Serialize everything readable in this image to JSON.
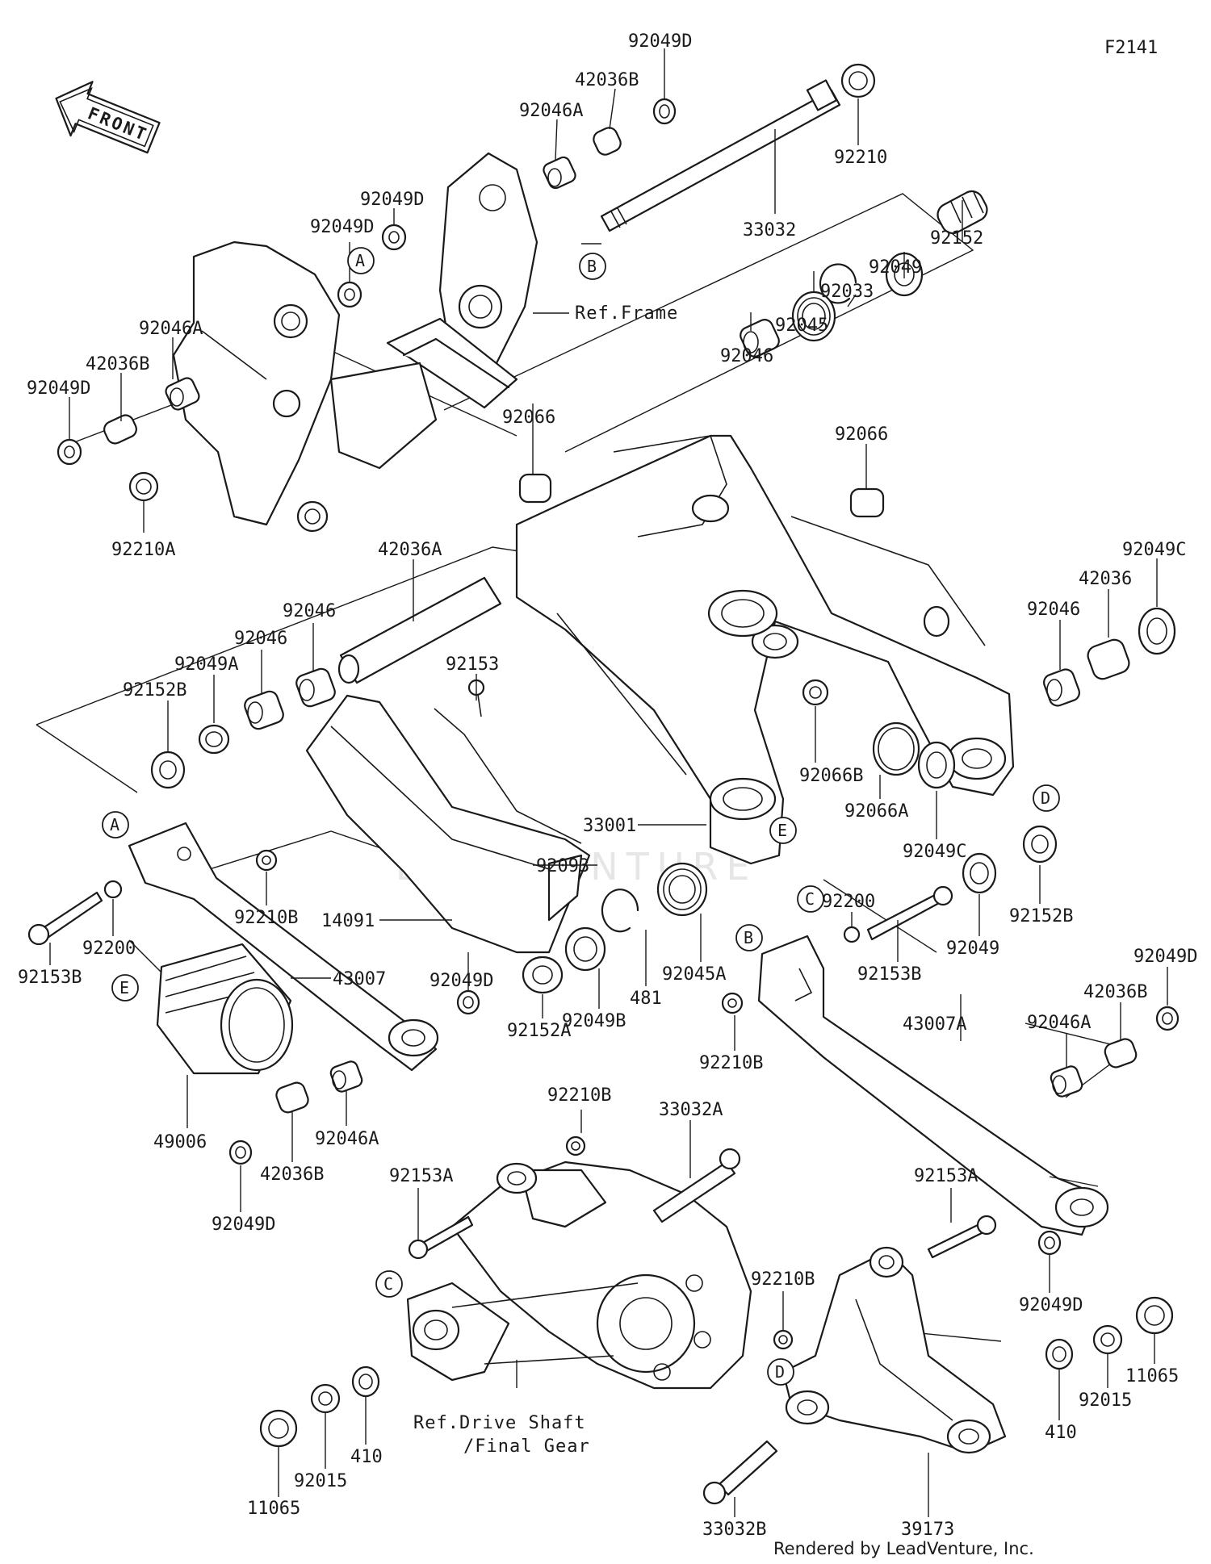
{
  "diagram": {
    "code": "F2141",
    "front_label": "FRONT",
    "credit": "Rendered by LeadVenture, Inc.",
    "watermark": "LEADVENTURE"
  },
  "refs": {
    "frame": "Ref.Frame",
    "drive_line1": "Ref.Drive Shaft",
    "drive_line2": "/Final Gear"
  },
  "callouts": [
    "A",
    "B",
    "C",
    "D",
    "E"
  ],
  "labels": {
    "p92049D_top": "92049D",
    "p42036B_top": "42036B",
    "p92046A_top": "92046A",
    "p92210": "92210",
    "p33032": "33032",
    "p92049D_b": "92049D",
    "p92049D_c": "92049D",
    "p92152": "92152",
    "p92049": "92049",
    "p92033": "92033",
    "p92045": "92045",
    "p92046_r": "92046",
    "p92046A_l": "92046A",
    "p42036B_l": "42036B",
    "p92049D_l": "92049D",
    "p92066_l": "92066",
    "p92066_r": "92066",
    "p92210A": "92210A",
    "p42036A": "42036A",
    "p92046_m1": "92046",
    "p92046_m2": "92046",
    "p92049A": "92049A",
    "p92152B_l": "92152B",
    "p92153": "92153",
    "p92049C_r": "92049C",
    "p42036_r": "42036",
    "p92046_rr": "92046",
    "p33001": "33001",
    "p92093": "92093",
    "p92066B": "92066B",
    "p92066A": "92066A",
    "p92049C_m": "92049C",
    "p92210B_l": "92210B",
    "p14091": "14091",
    "p92200_l": "92200",
    "p92153B_l": "92153B",
    "p43007": "43007",
    "p92200_r": "92200",
    "p92152B_r": "92152B",
    "p92153B_r": "92153B",
    "p92049_r": "92049",
    "p92045A": "92045A",
    "p481": "481",
    "p92049B": "92049B",
    "p92152A": "92152A",
    "p92210B_m": "92210B",
    "p92049D_rr": "92049D",
    "p42036B_rr": "42036B",
    "p92046A_rr": "92046A",
    "p43007A": "43007A",
    "p92049D_m": "92049D",
    "p49006": "49006",
    "p92210B_b": "92210B",
    "p33032A": "33032A",
    "p92046A_b": "92046A",
    "p42036B_b": "42036B",
    "p92049D_bl": "92049D",
    "p92153A_l": "92153A",
    "p92153A_r": "92153A",
    "p92210B_br": "92210B",
    "p92049D_br": "92049D",
    "p410_l": "410",
    "p92015_l": "92015",
    "p11065_l": "11065",
    "p410_r": "410",
    "p92015_r": "92015",
    "p11065_r": "11065",
    "p33032B": "33032B",
    "p39173": "39173"
  }
}
